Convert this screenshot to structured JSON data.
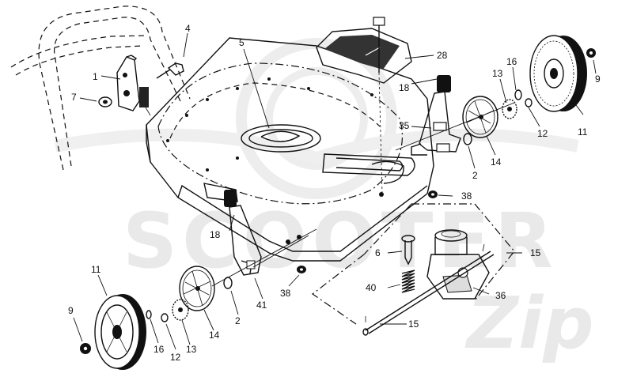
{
  "watermark": {
    "line1": "SCOOTER",
    "line2": "Zip"
  },
  "callouts": [
    {
      "id": "4a",
      "text": "4"
    },
    {
      "id": "1",
      "text": "1"
    },
    {
      "id": "7",
      "text": "7"
    },
    {
      "id": "5",
      "text": "5"
    },
    {
      "id": "28",
      "text": "28"
    },
    {
      "id": "18a",
      "text": "18"
    },
    {
      "id": "16a",
      "text": "16"
    },
    {
      "id": "13a",
      "text": "13"
    },
    {
      "id": "9a",
      "text": "9"
    },
    {
      "id": "11a",
      "text": "11"
    },
    {
      "id": "12a",
      "text": "12"
    },
    {
      "id": "35",
      "text": "35"
    },
    {
      "id": "14a",
      "text": "14"
    },
    {
      "id": "2a",
      "text": "2"
    },
    {
      "id": "38a",
      "text": "38"
    },
    {
      "id": "18b",
      "text": "18"
    },
    {
      "id": "6",
      "text": "6"
    },
    {
      "id": "15a",
      "text": "15"
    },
    {
      "id": "11b",
      "text": "11"
    },
    {
      "id": "41",
      "text": "41"
    },
    {
      "id": "38b",
      "text": "38"
    },
    {
      "id": "40",
      "text": "40"
    },
    {
      "id": "36",
      "text": "36"
    },
    {
      "id": "9b",
      "text": "9"
    },
    {
      "id": "14b",
      "text": "14"
    },
    {
      "id": "2b",
      "text": "2"
    },
    {
      "id": "15b",
      "text": "15"
    },
    {
      "id": "16b",
      "text": "16"
    },
    {
      "id": "12b",
      "text": "12"
    },
    {
      "id": "13b",
      "text": "13"
    }
  ]
}
